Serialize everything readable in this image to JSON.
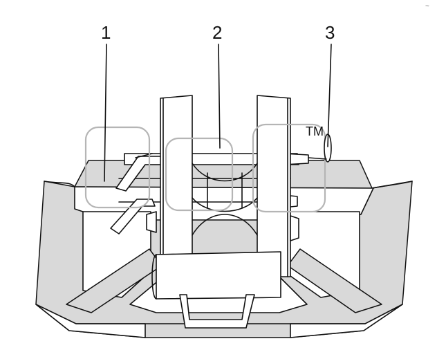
{
  "callouts": [
    {
      "id": "1",
      "label": "1"
    },
    {
      "id": "2",
      "label": "2"
    },
    {
      "id": "3",
      "label": "3"
    }
  ],
  "watermark": {
    "trademark": "TM"
  },
  "corner_mark": "~",
  "colors": {
    "line": "#111111",
    "shade": "#d9d9d9",
    "background": "#ffffff",
    "watermark": "#b5b5b5"
  }
}
